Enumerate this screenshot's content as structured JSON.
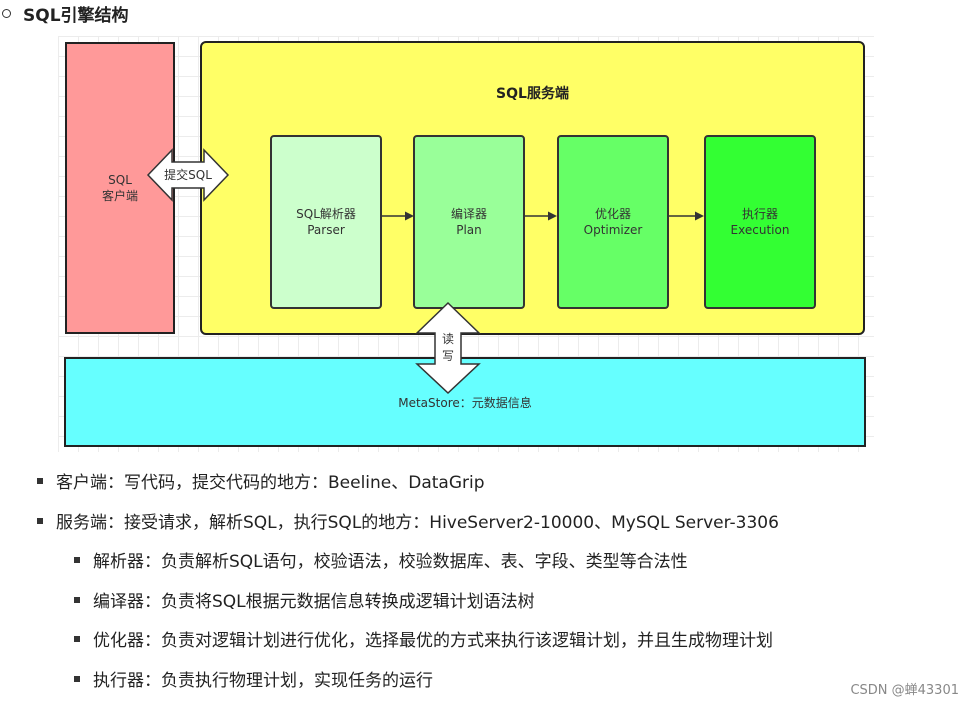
{
  "heading": {
    "title": "SQL引擎结构"
  },
  "diagram": {
    "client": {
      "line1": "SQL",
      "line2": "客户端"
    },
    "submit_label": "提交SQL",
    "server": {
      "title": "SQL服务端"
    },
    "stages": [
      {
        "name": "SQL解析器",
        "sub": "Parser",
        "color": "#ccffcc"
      },
      {
        "name": "编译器",
        "sub": "Plan",
        "color": "#99ff99"
      },
      {
        "name": "优化器",
        "sub": "Optimizer",
        "color": "#66ff66"
      },
      {
        "name": "执行器",
        "sub": "Execution",
        "color": "#33ff33"
      }
    ],
    "rw_labels": {
      "read": "读",
      "write": "写"
    },
    "metastore": "MetaStore：元数据信息",
    "colors": {
      "client": "#ff9999",
      "server": "#ffff66",
      "metastore": "#66ffff"
    }
  },
  "list": [
    "客户端：写代码，提交代码的地方：Beeline、DataGrip",
    "服务端：接受请求，解析SQL，执行SQL的地方：HiveServer2-10000、MySQL Server-3306",
    "解析器：负责解析SQL语句，校验语法，校验数据库、表、字段、类型等合法性",
    "编译器：负责将SQL根据元数据信息转换成逻辑计划语法树",
    "优化器：负责对逻辑计划进行优化，选择最优的方式来执行该逻辑计划，并且生成物理计划",
    "执行器：负责执行物理计划，实现任务的运行"
  ],
  "watermark": "CSDN @蝉43301"
}
